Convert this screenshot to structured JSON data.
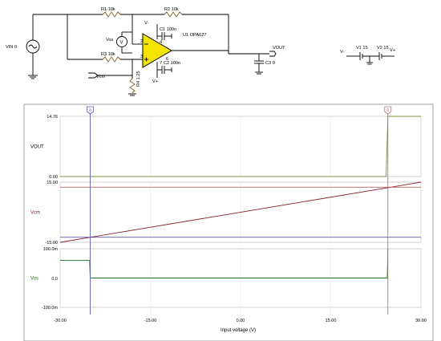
{
  "schematic": {
    "r1_label": "R1 10k",
    "r2_label": "R2 10k",
    "r3_label": "R3 10k",
    "r4_label": "R4 1.25",
    "vin_label": "VIN 0",
    "vos_label": "Vos",
    "vcm_label": "Vcm",
    "vout_label": "VOUT",
    "vminus_label": "V-",
    "vplus_label": "V+",
    "c1_label": "C1 100n",
    "c2_label": "C2 100n",
    "c3_label": "C3 0",
    "u1_label": "U1 OPA627",
    "pin2": "2",
    "pin3": "3",
    "pin4": "4",
    "pin6": "6",
    "pin7": "7",
    "v1_label": "V1 15",
    "v2_label": "V2 15",
    "supply_vminus": "V-",
    "supply_vplus": "V+",
    "meter_symbol": "V"
  },
  "colors": {
    "frame": "#606060",
    "trace_vout": "#7a8f3a",
    "trace_vcm": "#8b2030",
    "trace_hline_red": "#b84848",
    "trace_hline_blue": "#3c3c98",
    "trace_vos": "#1a7a1a",
    "cursor_a": "#5a5ab8",
    "cursor_b": "#c07070",
    "opamp_fill": "#f5e400",
    "schematic_line": "#000000",
    "resistor": "#8b5a2b"
  },
  "cursors": {
    "a_label": "a",
    "b_label": "b",
    "a_x": -25,
    "b_x": 24.5
  },
  "chart_data": [
    {
      "type": "line",
      "ylabel": "VOUT",
      "ylim": [
        0,
        14.76
      ],
      "ytick_labels": [
        "14.76",
        "0.00"
      ],
      "series": [
        {
          "x": [
            -30,
            24.2,
            24.5,
            30
          ],
          "y": [
            0,
            0,
            14.76,
            14.76
          ]
        }
      ]
    },
    {
      "type": "line",
      "ylabel": "Vcm",
      "ylim": [
        -15,
        15
      ],
      "ytick_labels": [
        "15.00",
        "-15.00"
      ],
      "series": [
        {
          "x": [
            -30,
            30
          ],
          "y": [
            -15,
            15
          ]
        },
        {
          "x": [
            -30,
            30
          ],
          "y": [
            12.5,
            12.5
          ]
        },
        {
          "x": [
            -30,
            30
          ],
          "y": [
            -12.5,
            -12.5
          ]
        }
      ]
    },
    {
      "type": "line",
      "ylabel": "Vos",
      "ylim": [
        -0.1,
        0.1
      ],
      "ytick_labels": [
        "100.0m",
        "0.0",
        "-100.0m"
      ],
      "series": [
        {
          "x": [
            -30,
            -25.1,
            -25,
            24.4,
            24.5
          ],
          "y": [
            0.06,
            0.06,
            0,
            0,
            0.1
          ]
        }
      ]
    }
  ],
  "x_axis": {
    "label": "Input voltage (V)",
    "ticks": [
      -30,
      -15,
      0,
      15,
      30
    ],
    "tick_labels": [
      "-30.00",
      "-15.00",
      "0.00",
      "15.00",
      "30.00"
    ],
    "xlim": [
      -30,
      30
    ]
  }
}
